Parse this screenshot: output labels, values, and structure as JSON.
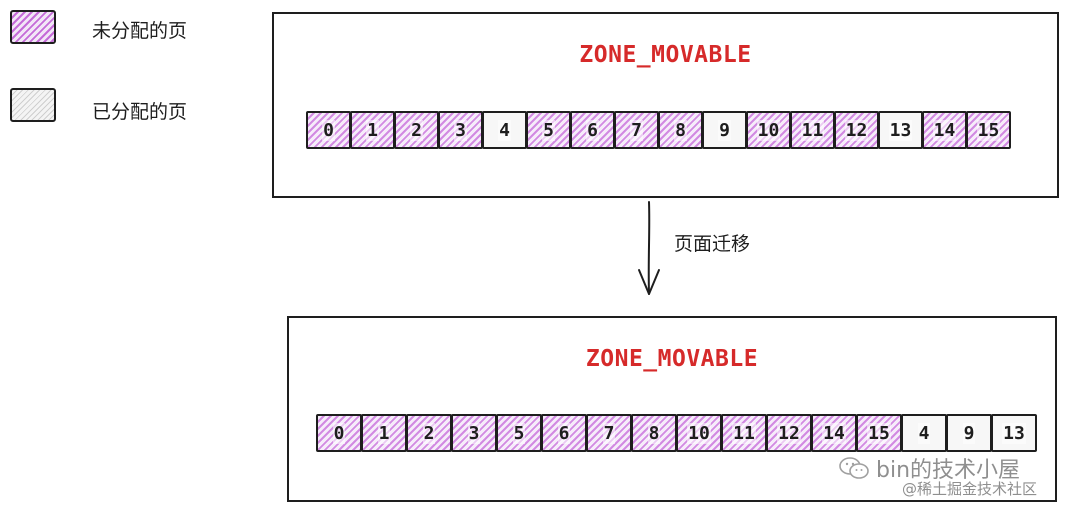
{
  "legend": {
    "unallocated_label": "未分配的页",
    "allocated_label": "已分配的页"
  },
  "before": {
    "title": "ZONE_MOVABLE",
    "pages": [
      {
        "label": "0",
        "state": "unallocated"
      },
      {
        "label": "1",
        "state": "unallocated"
      },
      {
        "label": "2",
        "state": "unallocated"
      },
      {
        "label": "3",
        "state": "unallocated"
      },
      {
        "label": "4",
        "state": "allocated"
      },
      {
        "label": "5",
        "state": "unallocated"
      },
      {
        "label": "6",
        "state": "unallocated"
      },
      {
        "label": "7",
        "state": "unallocated"
      },
      {
        "label": "8",
        "state": "unallocated"
      },
      {
        "label": "9",
        "state": "allocated"
      },
      {
        "label": "10",
        "state": "unallocated"
      },
      {
        "label": "11",
        "state": "unallocated"
      },
      {
        "label": "12",
        "state": "unallocated"
      },
      {
        "label": "13",
        "state": "allocated"
      },
      {
        "label": "14",
        "state": "unallocated"
      },
      {
        "label": "15",
        "state": "unallocated"
      }
    ]
  },
  "arrow_label": "页面迁移",
  "after": {
    "title": "ZONE_MOVABLE",
    "pages": [
      {
        "label": "0",
        "state": "unallocated"
      },
      {
        "label": "1",
        "state": "unallocated"
      },
      {
        "label": "2",
        "state": "unallocated"
      },
      {
        "label": "3",
        "state": "unallocated"
      },
      {
        "label": "5",
        "state": "unallocated"
      },
      {
        "label": "6",
        "state": "unallocated"
      },
      {
        "label": "7",
        "state": "unallocated"
      },
      {
        "label": "8",
        "state": "unallocated"
      },
      {
        "label": "10",
        "state": "unallocated"
      },
      {
        "label": "11",
        "state": "unallocated"
      },
      {
        "label": "12",
        "state": "unallocated"
      },
      {
        "label": "14",
        "state": "unallocated"
      },
      {
        "label": "15",
        "state": "unallocated"
      },
      {
        "label": "4",
        "state": "allocated"
      },
      {
        "label": "9",
        "state": "allocated"
      },
      {
        "label": "13",
        "state": "allocated"
      }
    ]
  },
  "watermark": {
    "name": "bin的技术小屋",
    "sub": "@稀土掘金技术社区",
    "icon": "wechat-icon"
  },
  "colors": {
    "title": "#d62a2a",
    "unallocated_hatch": "#d28ae2",
    "allocated_fill": "#f7f7f7",
    "stroke": "#1e1e1e"
  }
}
